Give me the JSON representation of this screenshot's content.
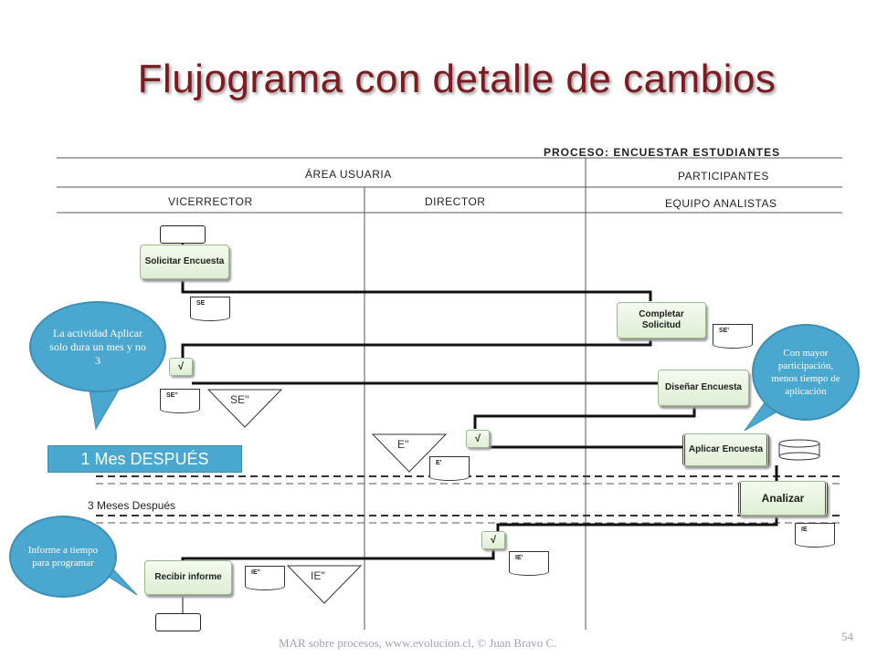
{
  "title": "Flujograma con detalle de cambios",
  "header": {
    "process": "PROCESO: ENCUESTAR ESTUDIANTES",
    "area": "ÁREA USUARIA",
    "participants": "PARTICIPANTES",
    "lanes": [
      "VICERRECTOR",
      "DIRECTOR",
      "EQUIPO ANALISTAS"
    ]
  },
  "tasks": {
    "solicitar": "Solicitar Encuesta",
    "completar": "Completar Solicitud",
    "disenar": "Diseñar Encuesta",
    "aplicar": "Aplicar Encuesta",
    "analizar": "Analizar",
    "recibir": "Recibir informe"
  },
  "documents": [
    "SE",
    "SE'",
    "SE''",
    "E'",
    "IE",
    "IE'",
    "IE''"
  ],
  "triangles": [
    "SE''",
    "E''",
    "IE''"
  ],
  "check_mark": "√",
  "callouts": {
    "actividad": "La actividad Aplicar solo dura un mes y no 3",
    "participacion": "Con mayor participación, menos tiempo de aplicación",
    "informe": "Informe a tiempo para programar"
  },
  "labels": {
    "un_mes": "1 Mes DESPUÉS",
    "tres_meses": "3 Meses Después"
  },
  "footer": "MAR sobre procesos, www.evolucion.cl, © Juan Bravo C.",
  "page_number": "54",
  "colors": {
    "title": "#7a1c22",
    "callout": "#4aa7d0",
    "task": "#dfeed3"
  }
}
